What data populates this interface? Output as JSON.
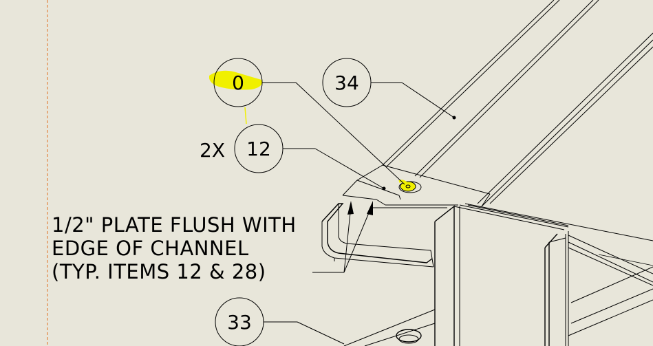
{
  "balloons": [
    {
      "name": "balloon-0",
      "label": "0"
    },
    {
      "name": "balloon-34",
      "label": "34"
    },
    {
      "name": "balloon-12",
      "label": "12"
    },
    {
      "name": "balloon-33",
      "label": "33"
    }
  ],
  "qty_prefix": "2X",
  "note": {
    "line1": "1/2\" PLATE FLUSH WITH",
    "line2": "EDGE OF CHANNEL",
    "line3": "(TYP. ITEMS 12 & 28)"
  },
  "colors": {
    "background": "#e8e6da",
    "border": "#e07020",
    "highlight": "#f0f000",
    "ink": "#000000"
  }
}
